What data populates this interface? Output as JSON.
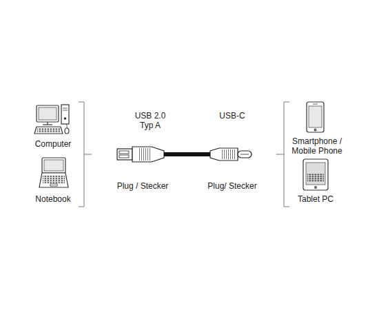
{
  "diagram": {
    "labels": [
      "Computer",
      "Notebook",
      "USB 2.0 Typ A",
      "USB-C",
      "Plug / Stecker",
      "Plug/ Stecker",
      "Smartphone / Mobile Phone",
      "Tablet PC"
    ]
  }
}
